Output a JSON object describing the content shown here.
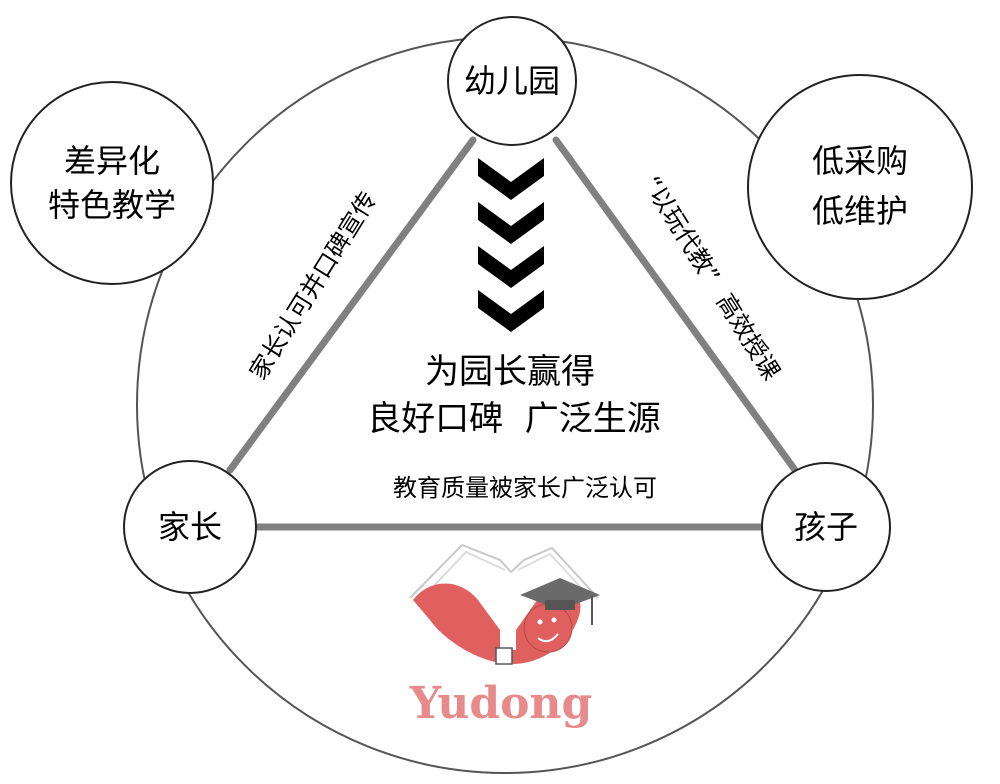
{
  "nodes": {
    "kindergarten": "幼儿园",
    "parent": "家长",
    "child": "孩子",
    "feature_line1": "差异化",
    "feature_line2": "特色教学",
    "cost_line1": "低采购",
    "cost_line2": "低维护"
  },
  "edges": {
    "left": "家长认可并口碑宣传",
    "right_quote": "“以玩代教”",
    "right_rest": "高效授课",
    "bottom": "教育质量被家长广泛认可"
  },
  "center": {
    "line1": "为园长赢得",
    "line2": "良好口碑  广泛生源"
  },
  "brand": {
    "name": "Yudong",
    "mark_letter": "Y"
  },
  "colors": {
    "line": "#808080",
    "circle_stroke": "#333333",
    "chevron": "#000000",
    "brand": "#e06060",
    "brand_text": "#e88a8a",
    "cap": "#6a6a6a"
  }
}
